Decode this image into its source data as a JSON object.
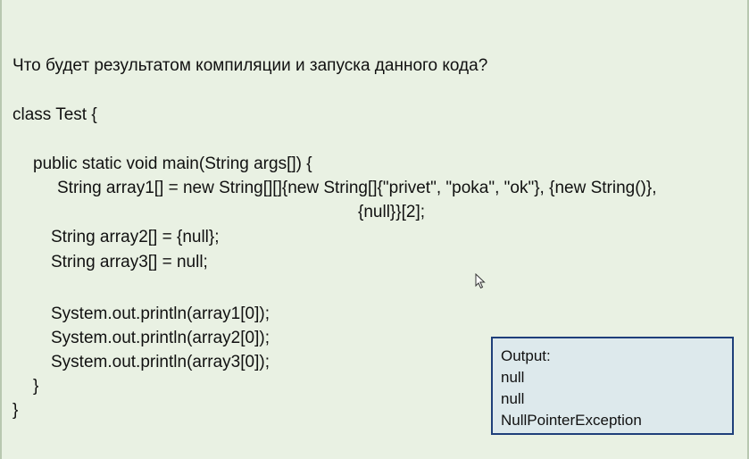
{
  "question": "Что будет результатом компиляции и запуска данного кода?",
  "code_lines": [
    "class Test {",
    "public static void main(String args[]) {",
    "String array1[] = new String[][]{new String[]{\"privet\", \"poka\", \"ok\"}, {new String()},",
    "{null}}[2];",
    "String array2[] = {null};",
    "String array3[] = null;",
    "System.out.println(array1[0]);",
    "System.out.println(array2[0]);",
    "System.out.println(array3[0]);",
    "}",
    "}"
  ],
  "output": {
    "title": "Output:",
    "lines": [
      "null",
      "null",
      "NullPointerException"
    ]
  }
}
